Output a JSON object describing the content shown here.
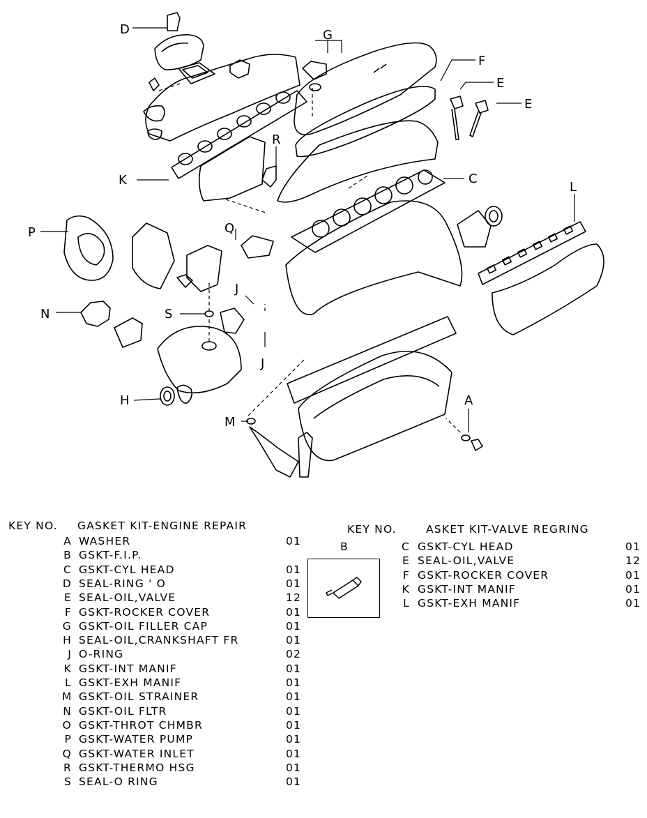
{
  "diagram": {
    "callouts": [
      "D",
      "G",
      "F",
      "E",
      "E",
      "K",
      "R",
      "C",
      "L",
      "P",
      "Q",
      "J",
      "N",
      "S",
      "J",
      "H",
      "M",
      "A"
    ]
  },
  "table_left": {
    "key_header": "KEY NO.",
    "title": "GASKET KIT-ENGINE REPAIR",
    "rows": [
      {
        "key": "A",
        "desc": "WASHER",
        "qty": "01"
      },
      {
        "key": "B",
        "desc": "GSKT-F.I.P.",
        "qty": ""
      },
      {
        "key": "C",
        "desc": "GSKT-CYL HEAD",
        "qty": "01"
      },
      {
        "key": "D",
        "desc": "SEAL-RING ' O",
        "qty": "01"
      },
      {
        "key": "E",
        "desc": "SEAL-OIL,VALVE",
        "qty": "12"
      },
      {
        "key": "F",
        "desc": "GSKT-ROCKER COVER",
        "qty": "01"
      },
      {
        "key": "G",
        "desc": "GSKT-OIL FILLER CAP",
        "qty": "01"
      },
      {
        "key": "H",
        "desc": "SEAL-OIL,CRANKSHAFT FR",
        "qty": "01"
      },
      {
        "key": "J",
        "desc": "O-RING",
        "qty": "02"
      },
      {
        "key": "K",
        "desc": "GSKT-INT MANIF",
        "qty": "01"
      },
      {
        "key": "L",
        "desc": "GSKT-EXH MANIF",
        "qty": "01"
      },
      {
        "key": "M",
        "desc": "GSKT-OIL STRAINER",
        "qty": "01"
      },
      {
        "key": "N",
        "desc": "GSKT-OIL FLTR",
        "qty": "01"
      },
      {
        "key": "O",
        "desc": "GSKT-THROT CHMBR",
        "qty": "01"
      },
      {
        "key": "P",
        "desc": "GSKT-WATER PUMP",
        "qty": "01"
      },
      {
        "key": "Q",
        "desc": "GSKT-WATER INLET",
        "qty": "01"
      },
      {
        "key": "R",
        "desc": "GSKT-THERMO HSG",
        "qty": "01"
      },
      {
        "key": "S",
        "desc": "SEAL-O RING",
        "qty": "01"
      }
    ]
  },
  "sealant_box": {
    "label": "B"
  },
  "table_right": {
    "key_header": "KEY NO.",
    "title": "ASKET KIT-VALVE REGRING",
    "rows": [
      {
        "key": "C",
        "desc": "GSKT-CYL HEAD",
        "qty": "01"
      },
      {
        "key": "E",
        "desc": "SEAL-OIL,VALVE",
        "qty": "12"
      },
      {
        "key": "F",
        "desc": "GSKT-ROCKER COVER",
        "qty": "01"
      },
      {
        "key": "K",
        "desc": "GSKT-INT MANIF",
        "qty": "01"
      },
      {
        "key": "L",
        "desc": "GSKT-EXH MANIF",
        "qty": "01"
      }
    ]
  }
}
